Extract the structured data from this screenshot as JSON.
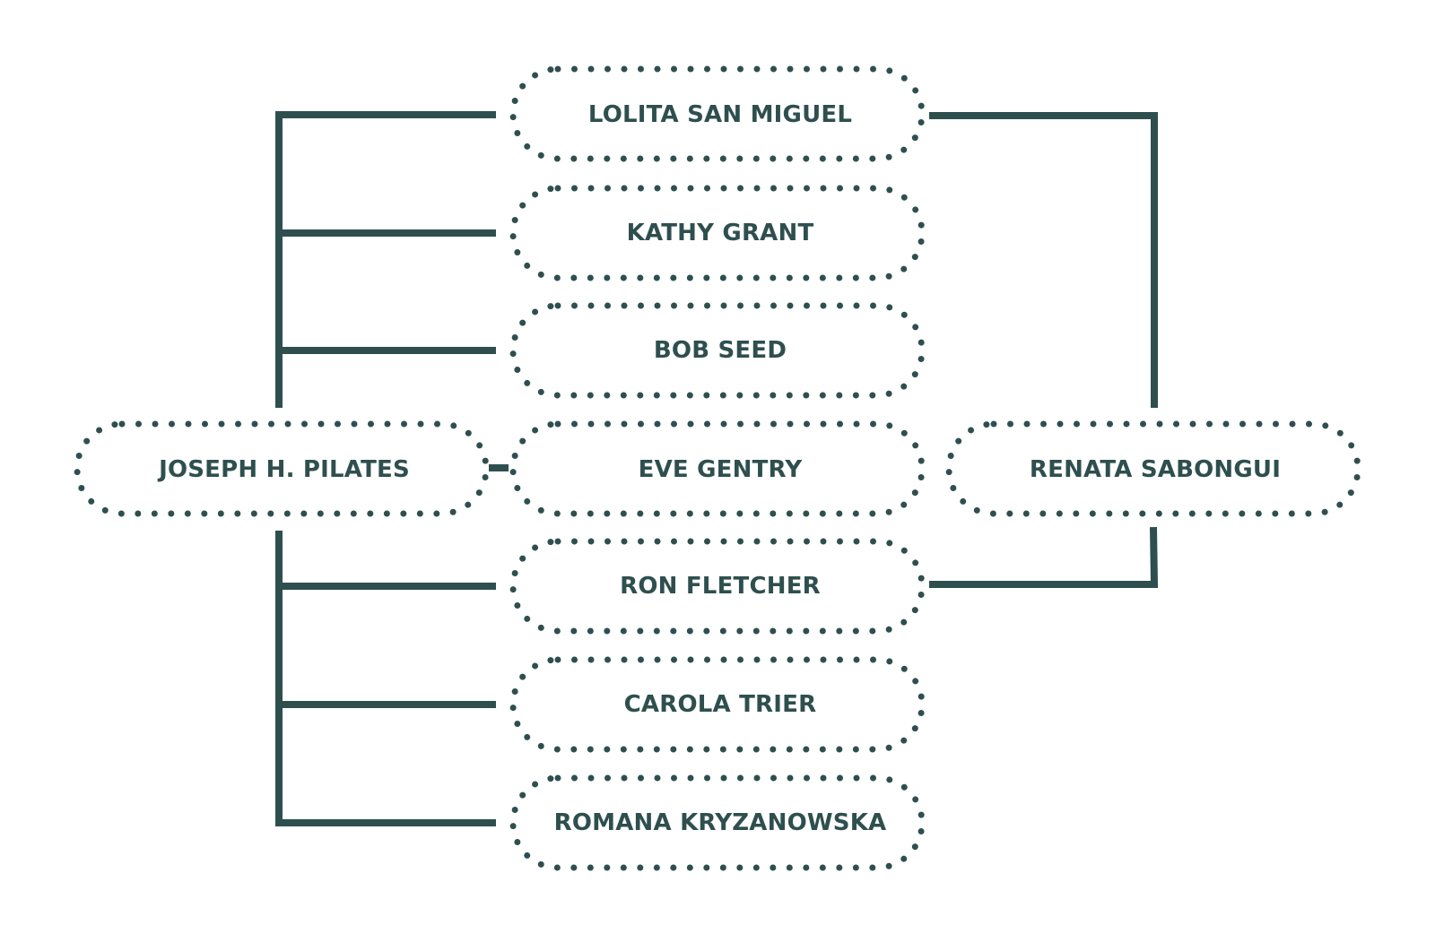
{
  "diagram": {
    "colors": {
      "ink": "#2f4f4f",
      "background": "#ffffff"
    },
    "root": {
      "id": "joseph",
      "label": "JOSEPH H. PILATES"
    },
    "students": [
      {
        "id": "lolita",
        "label": "LOLITA SAN MIGUEL"
      },
      {
        "id": "kathy",
        "label": "KATHY GRANT"
      },
      {
        "id": "bob",
        "label": "BOB SEED"
      },
      {
        "id": "eve",
        "label": "EVE GENTRY"
      },
      {
        "id": "ron",
        "label": "RON FLETCHER"
      },
      {
        "id": "carola",
        "label": "CAROLA TRIER"
      },
      {
        "id": "romana",
        "label": "ROMANA KRYZANOWSKA"
      }
    ],
    "right": {
      "id": "renata",
      "label": "RENATA SABONGUI"
    },
    "connections": [
      {
        "from": "joseph",
        "to": "lolita"
      },
      {
        "from": "joseph",
        "to": "kathy"
      },
      {
        "from": "joseph",
        "to": "bob"
      },
      {
        "from": "joseph",
        "to": "eve"
      },
      {
        "from": "joseph",
        "to": "ron"
      },
      {
        "from": "joseph",
        "to": "carola"
      },
      {
        "from": "joseph",
        "to": "romana"
      },
      {
        "from": "lolita",
        "to": "renata"
      },
      {
        "from": "ron",
        "to": "renata"
      }
    ]
  }
}
